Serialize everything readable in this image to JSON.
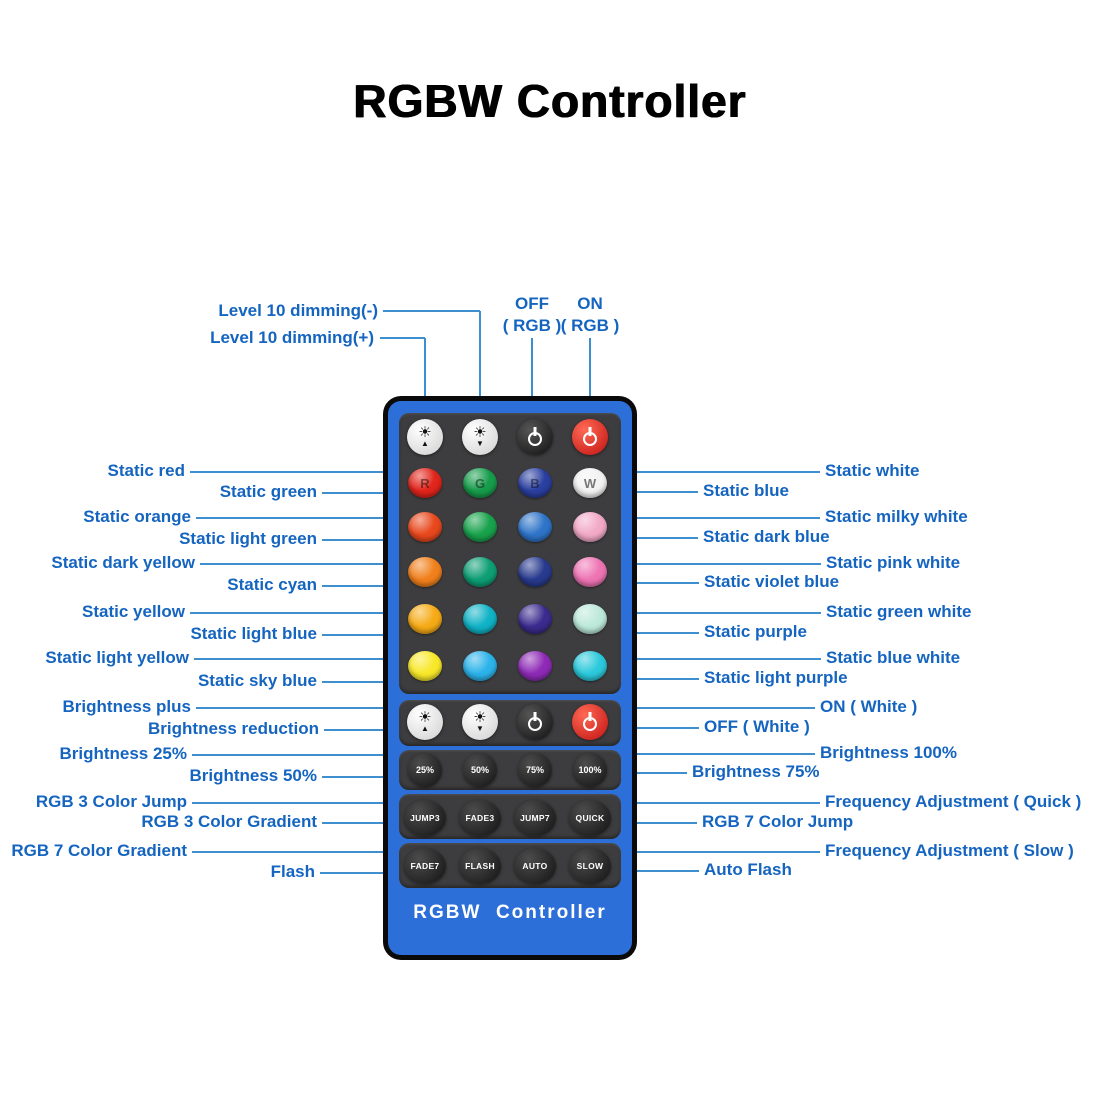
{
  "title": "RGBW Controller",
  "accent_colors": {
    "label_text": "#1565c0",
    "leader_line": "#3e8fd0",
    "remote_body": "#2d6fd9",
    "remote_panel": "#3d3d3f"
  },
  "top_labels": [
    {
      "text": "Level 10 dimming(-)"
    },
    {
      "text": "Level 10 dimming(+)"
    },
    {
      "line1": "OFF",
      "line2": "( RGB )"
    },
    {
      "line1": "ON",
      "line2": "( RGB )"
    }
  ],
  "left_labels": [
    {
      "text": "Static red"
    },
    {
      "text": "Static green"
    },
    {
      "text": "Static orange"
    },
    {
      "text": "Static light green"
    },
    {
      "text": "Static dark yellow"
    },
    {
      "text": "Static cyan"
    },
    {
      "text": "Static yellow"
    },
    {
      "text": "Static light blue"
    },
    {
      "text": "Static light yellow"
    },
    {
      "text": "Static sky blue"
    },
    {
      "text": "Brightness plus"
    },
    {
      "text": "Brightness reduction"
    },
    {
      "text": "Brightness 25%"
    },
    {
      "text": "Brightness 50%"
    },
    {
      "text": "RGB 3 Color Jump"
    },
    {
      "text": "RGB 3 Color Gradient"
    },
    {
      "text": "RGB 7 Color Gradient"
    },
    {
      "text": "Flash"
    }
  ],
  "right_labels": [
    {
      "text": "Static white"
    },
    {
      "text": "Static blue"
    },
    {
      "text": "Static milky white"
    },
    {
      "text": "Static dark blue"
    },
    {
      "text": "Static pink white"
    },
    {
      "text": "Static violet blue"
    },
    {
      "text": "Static green white"
    },
    {
      "text": "Static purple"
    },
    {
      "text": "Static blue white"
    },
    {
      "text": "Static light purple"
    },
    {
      "text": "ON ( White )"
    },
    {
      "text": "OFF ( White )"
    },
    {
      "text": "Brightness 100%"
    },
    {
      "text": "Brightness 75%"
    },
    {
      "text": "Frequency Adjustment ( Quick )"
    },
    {
      "text": "RGB 7 Color Jump"
    },
    {
      "text": "Frequency Adjustment ( Slow )"
    },
    {
      "text": "Auto Flash"
    }
  ],
  "remote": {
    "brand": "RGBW  Controller",
    "rgbw_keys": [
      {
        "letter": "R",
        "color": "#e1251b"
      },
      {
        "letter": "G",
        "color": "#169c4b"
      },
      {
        "letter": "B",
        "color": "#2a3fa0"
      },
      {
        "letter": "W",
        "color": "#f2f2f2"
      }
    ],
    "color_keys": [
      [
        "#e8481d",
        "#18a24c",
        "#2e74c8",
        "#f2a9c6"
      ],
      [
        "#f1801c",
        "#0d9e74",
        "#283a8e",
        "#ee74b4"
      ],
      [
        "#f6ab16",
        "#10b2c6",
        "#3c2b8e",
        "#bce9da"
      ],
      [
        "#f8e829",
        "#2cb3ea",
        "#8e2ab6",
        "#2bc9db"
      ]
    ],
    "percent_keys": [
      "25%",
      "50%",
      "75%",
      "100%"
    ],
    "mode_keys": [
      [
        "JUMP3",
        "FADE3",
        "JUMP7",
        "QUICK"
      ],
      [
        "FADE7",
        "FLASH",
        "AUTO",
        "SLOW"
      ]
    ]
  }
}
